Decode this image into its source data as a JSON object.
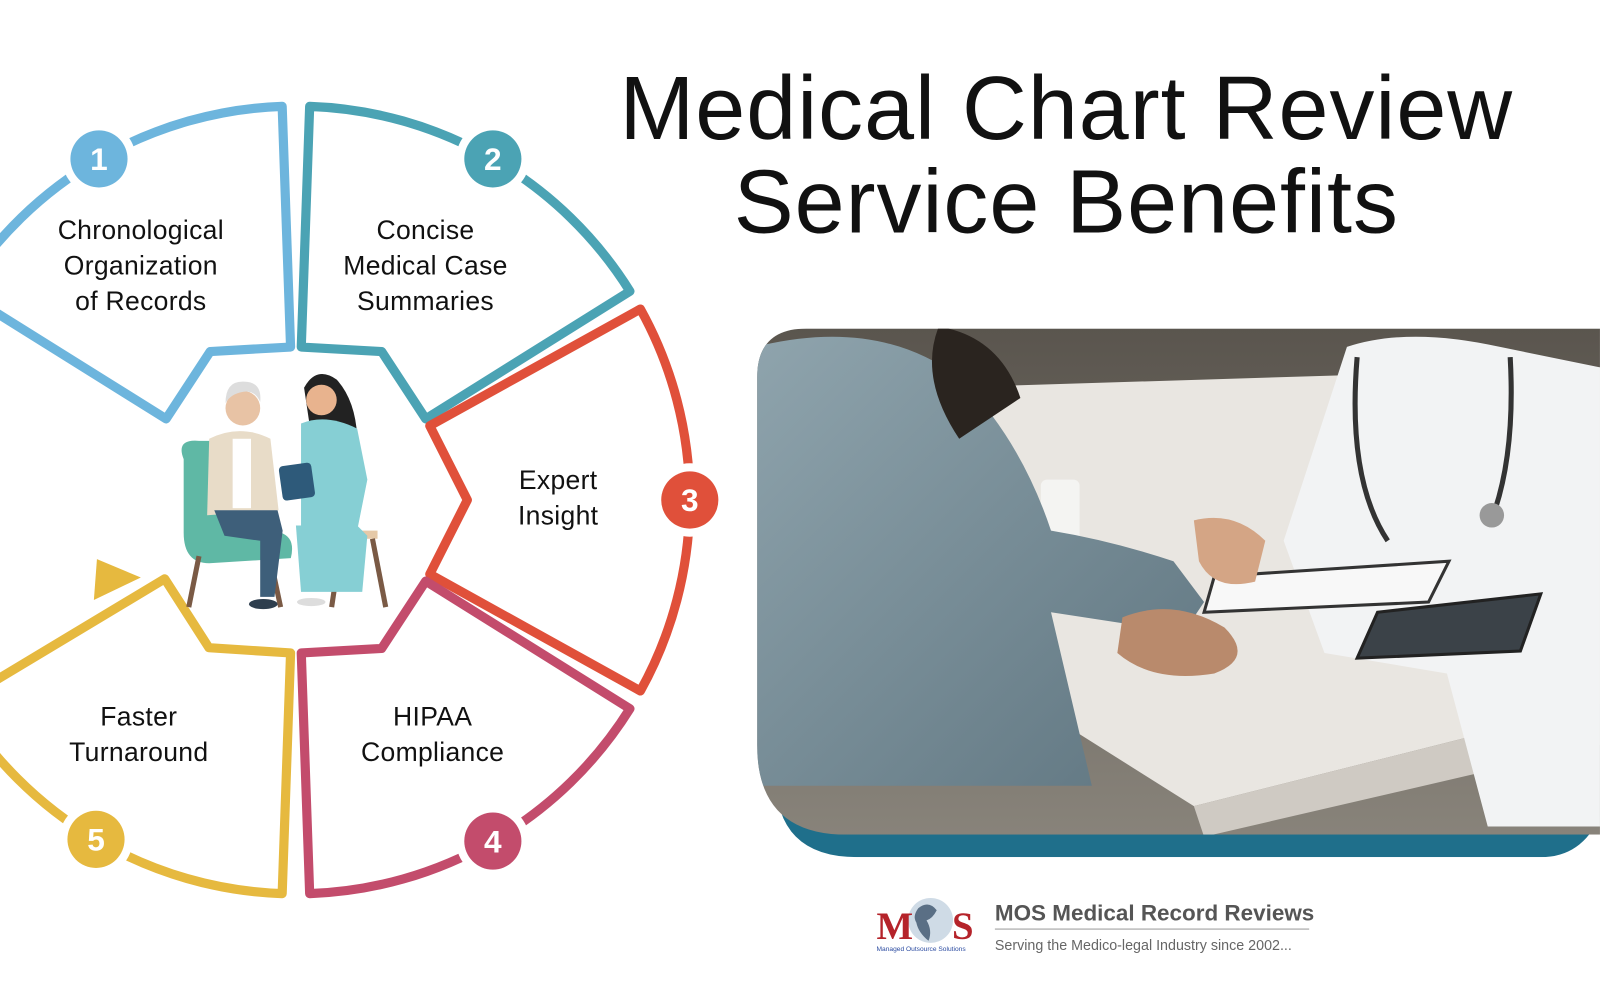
{
  "title": {
    "line1": "Medical Chart Review",
    "line2": "Service Benefits"
  },
  "benefits": [
    {
      "number": "1",
      "lines": [
        "Chronological",
        "Organization",
        "of Records"
      ],
      "color": "#6db5dd"
    },
    {
      "number": "2",
      "lines": [
        "Concise",
        "Medical Case",
        "Summaries"
      ],
      "color": "#4ba3b4"
    },
    {
      "number": "3",
      "lines": [
        "Expert",
        "Insight"
      ],
      "color": "#e0503a"
    },
    {
      "number": "4",
      "lines": [
        "HIPAA",
        "Compliance"
      ],
      "color": "#c34c6c"
    },
    {
      "number": "5",
      "lines": [
        "Faster",
        "Turnaround"
      ],
      "color": "#e6b93f"
    }
  ],
  "logo": {
    "mark": "MOS",
    "mark_sub": "Managed Outsource Solutions",
    "name": "MOS Medical Record Reviews",
    "tagline": "Serving the Medico-legal Industry since 2002..."
  },
  "colors": {
    "photo_frame": "#1f6f8b",
    "logo_red": "#b5232a"
  }
}
